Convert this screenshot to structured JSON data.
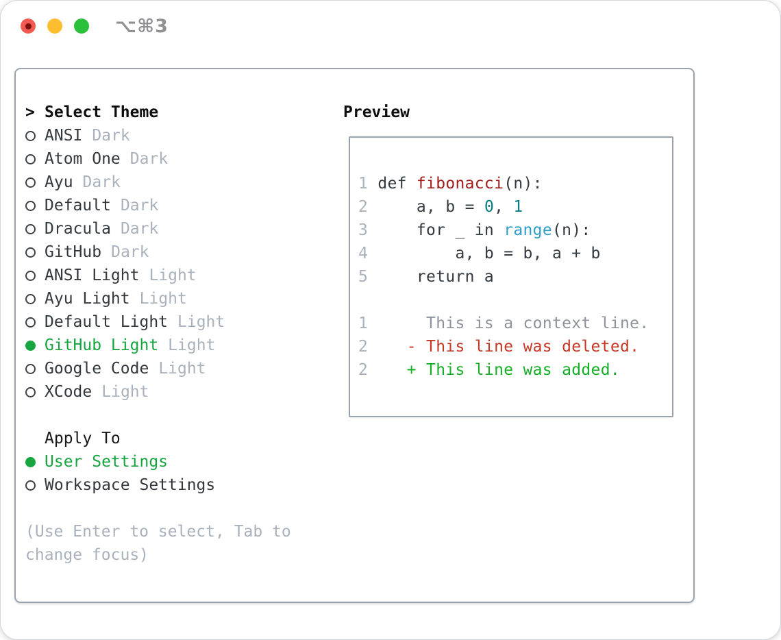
{
  "window": {
    "title": "⌥⌘3",
    "traffic_lights": {
      "close_color": "#f25a52",
      "close_dot_color": "#7a100d",
      "minimize_color": "#fcbd2f",
      "zoom_color": "#2ac03c"
    }
  },
  "select_theme": {
    "prompt": ">",
    "header": "Select Theme",
    "items": [
      {
        "name": "ANSI",
        "tag": "Dark",
        "selected": false
      },
      {
        "name": "Atom One",
        "tag": "Dark",
        "selected": false
      },
      {
        "name": "Ayu",
        "tag": "Dark",
        "selected": false
      },
      {
        "name": "Default",
        "tag": "Dark",
        "selected": false
      },
      {
        "name": "Dracula",
        "tag": "Dark",
        "selected": false
      },
      {
        "name": "GitHub",
        "tag": "Dark",
        "selected": false
      },
      {
        "name": "ANSI Light",
        "tag": "Light",
        "selected": false
      },
      {
        "name": "Ayu Light",
        "tag": "Light",
        "selected": false
      },
      {
        "name": "Default Light",
        "tag": "Light",
        "selected": false
      },
      {
        "name": "GitHub Light",
        "tag": "Light",
        "selected": true
      },
      {
        "name": "Google Code",
        "tag": "Light",
        "selected": false
      },
      {
        "name": "XCode",
        "tag": "Light",
        "selected": false
      }
    ]
  },
  "apply_to": {
    "header": "Apply To",
    "options": [
      {
        "name": "User Settings",
        "selected": true
      },
      {
        "name": "Workspace Settings",
        "selected": false
      }
    ]
  },
  "hint": "(Use Enter to select, Tab to change focus)",
  "preview": {
    "header": "Preview",
    "lines": [
      {
        "tokens": [
          [
            "1",
            "ln"
          ],
          [
            " ",
            "pl"
          ],
          [
            "def ",
            "pl"
          ],
          [
            "fibonacci",
            "fn"
          ],
          [
            "(n):",
            "pl"
          ]
        ]
      },
      {
        "tokens": [
          [
            "2",
            "ln"
          ],
          [
            "     ",
            "pl"
          ],
          [
            "a, b = ",
            "pl"
          ],
          [
            "0",
            "num"
          ],
          [
            ", ",
            "pl"
          ],
          [
            "1",
            "num"
          ]
        ]
      },
      {
        "tokens": [
          [
            "3",
            "ln"
          ],
          [
            "     ",
            "pl"
          ],
          [
            "for _ in ",
            "pl"
          ],
          [
            "range",
            "builtin"
          ],
          [
            "(n):",
            "pl"
          ]
        ]
      },
      {
        "tokens": [
          [
            "4",
            "ln"
          ],
          [
            "         ",
            "pl"
          ],
          [
            "a, b = b, a + b",
            "pl"
          ]
        ]
      },
      {
        "tokens": [
          [
            "5",
            "ln"
          ],
          [
            "     ",
            "pl"
          ],
          [
            "return a",
            "pl"
          ]
        ]
      },
      {
        "tokens": []
      },
      {
        "tokens": [
          [
            "1",
            "ln"
          ],
          [
            "      ",
            "pl"
          ],
          [
            "This is a context line.",
            "ctx"
          ]
        ]
      },
      {
        "tokens": [
          [
            "2",
            "ln"
          ],
          [
            "    ",
            "pl"
          ],
          [
            "- This line was deleted.",
            "del"
          ]
        ]
      },
      {
        "tokens": [
          [
            "2",
            "ln"
          ],
          [
            "    ",
            "pl"
          ],
          [
            "+ This line was added.",
            "add"
          ]
        ]
      }
    ]
  },
  "icons": {
    "radio_unselected": "circle-outline",
    "radio_selected": "circle-filled-green",
    "prompt": "greater-than-cursor"
  },
  "colors": {
    "selection_green": "#16a53f",
    "added_green": "#17ae27",
    "deleted_red": "#c43825",
    "function_red": "#a21e1e",
    "number_teal": "#0a7d85",
    "builtin_blue": "#2e9fc9",
    "muted_gray": "#a9b2bc",
    "panel_border": "#9aa3ad"
  }
}
